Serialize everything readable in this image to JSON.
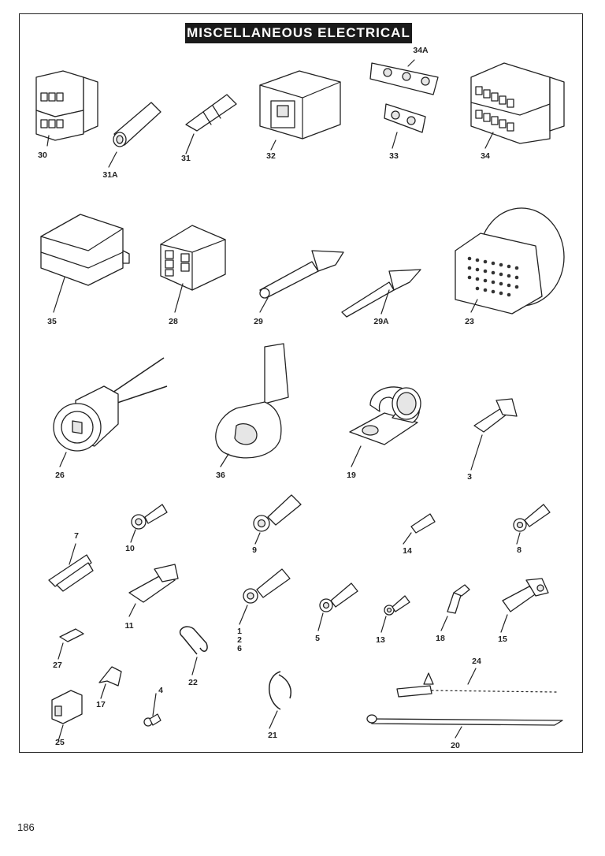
{
  "title": "MISCELLANEOUS ELECTRICAL",
  "page_number": "186",
  "parts": {
    "p30": "30",
    "p31a": "31A",
    "p31": "31",
    "p32": "32",
    "p33": "33",
    "p34a": "34A",
    "p34": "34",
    "p35": "35",
    "p28": "28",
    "p29": "29",
    "p29a": "29A",
    "p23": "23",
    "p26": "26",
    "p36": "36",
    "p19": "19",
    "p3": "3",
    "p7": "7",
    "p10": "10",
    "p9": "9",
    "p14": "14",
    "p8": "8",
    "p11": "11",
    "p1": "1",
    "p2": "2",
    "p6": "6",
    "p5": "5",
    "p13": "13",
    "p18": "18",
    "p15": "15",
    "p27": "27",
    "p22": "22",
    "p24": "24",
    "p17": "17",
    "p4": "4",
    "p21": "21",
    "p25": "25",
    "p20": "20"
  }
}
